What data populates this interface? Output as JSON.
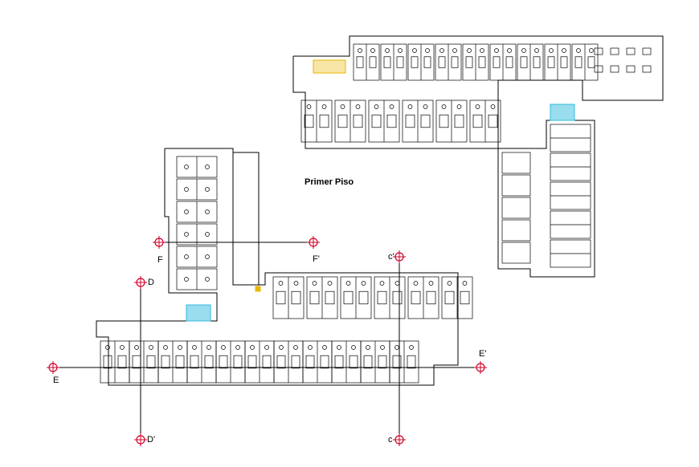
{
  "plan": {
    "title": "Primer Piso",
    "section_labels": {
      "F": "F",
      "F_prime": "F'",
      "D": "D",
      "D_prime": "D'",
      "C_prime": "c'",
      "C": "c",
      "E": "E",
      "E_prime": "E'"
    },
    "colors": {
      "line": "#000000",
      "marker": "#d1002a",
      "stair": "#33bbdd",
      "accent_yellow": "#e8b800"
    }
  }
}
